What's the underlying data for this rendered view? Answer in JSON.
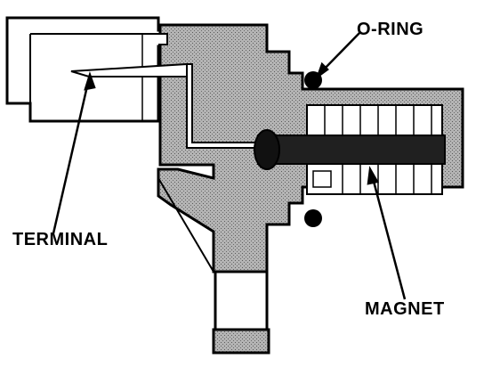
{
  "labels": {
    "o_ring": "O-RING",
    "terminal": "TERMINAL",
    "magnet": "MAGNET"
  },
  "colors": {
    "ink": "#000000",
    "body_fill": "#a8a8a8",
    "background": "#ffffff"
  }
}
